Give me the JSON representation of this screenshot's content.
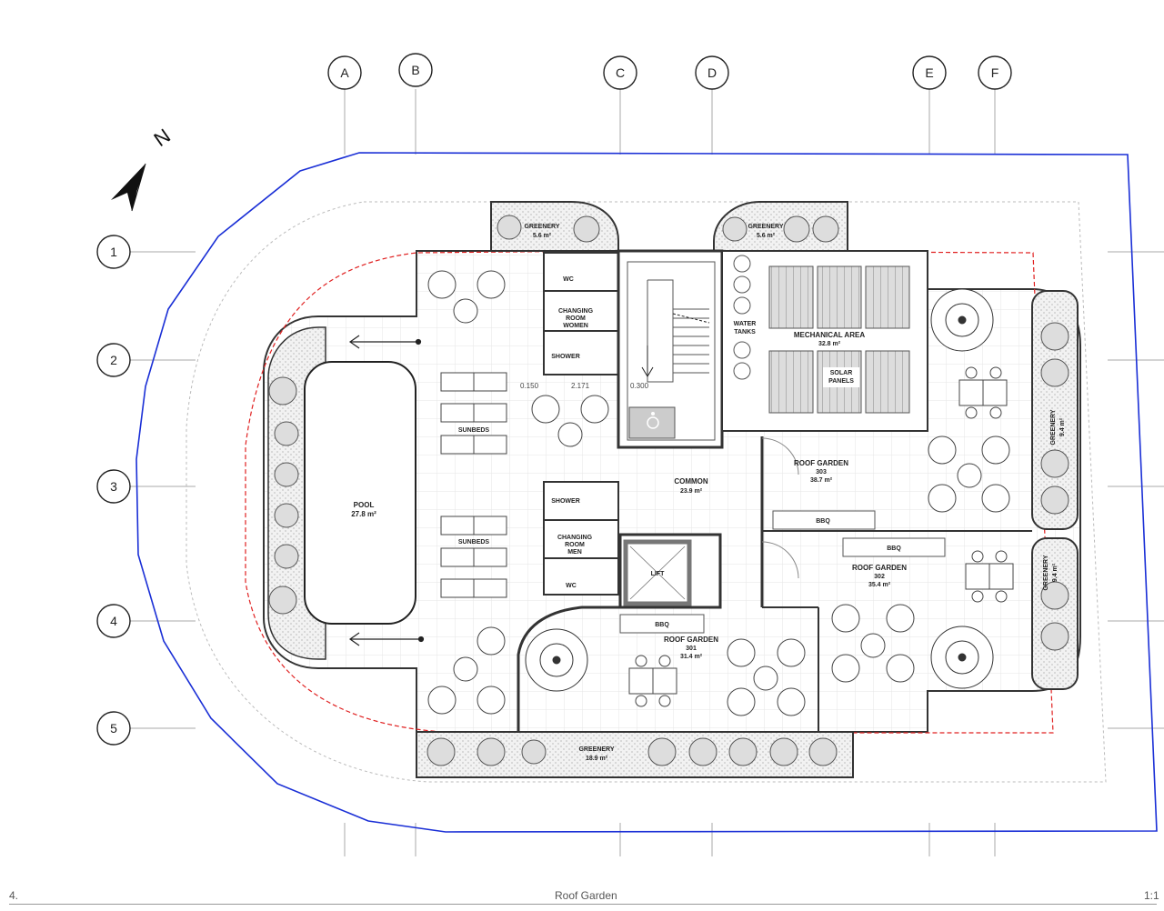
{
  "grid": {
    "columns": [
      "A",
      "B",
      "C",
      "D",
      "E",
      "F"
    ],
    "rows": [
      "1",
      "2",
      "3",
      "4",
      "5"
    ]
  },
  "north_label": "N",
  "rooms": {
    "greenery_top_left": {
      "name": "GREENERY",
      "area": "5.6 m²"
    },
    "greenery_top_right": {
      "name": "GREENERY",
      "area": "5.6 m²"
    },
    "greenery_right_upper": {
      "name": "GREENERY",
      "area": "9.4 m²"
    },
    "greenery_right_lower": {
      "name": "GREENERY",
      "area": "9.4 m²"
    },
    "greenery_bottom": {
      "name": "GREENERY",
      "area": "18.9 m²"
    },
    "wc_top": "WC",
    "wc_bottom": "WC",
    "changing_women": [
      "CHANGING",
      "ROOM",
      "WOMEN"
    ],
    "changing_men": [
      "CHANGING",
      "ROOM",
      "MEN"
    ],
    "shower_top": "SHOWER",
    "shower_bottom": "SHOWER",
    "water_tanks": [
      "WATER",
      "TANKS"
    ],
    "mechanical": {
      "name": "MECHANICAL AREA",
      "area": "32.8 m²"
    },
    "solar": [
      "SOLAR",
      "PANELS"
    ],
    "pool": {
      "name": "POOL",
      "area": "27.8 m²"
    },
    "sunbeds_top": "SUNBEDS",
    "sunbeds_bottom": "SUNBEDS",
    "common": {
      "name": "COMMON",
      "area": "23.9 m²"
    },
    "lift": "LIFT",
    "garden_303": {
      "name": "ROOF GARDEN",
      "number": "303",
      "area": "38.7 m²"
    },
    "garden_302": {
      "name": "ROOF GARDEN",
      "number": "302",
      "area": "35.4 m²"
    },
    "garden_301": {
      "name": "ROOF GARDEN",
      "number": "301",
      "area": "31.4 m²"
    },
    "bbq_1": "BBQ",
    "bbq_2": "BBQ",
    "bbq_3": "BBQ"
  },
  "dimensions": {
    "d1": "0.150",
    "d2": "2.171",
    "d3": "0.300"
  },
  "footer": {
    "number": "4.",
    "title": "Roof Garden",
    "scale": "1:1"
  },
  "colors": {
    "boundary": "#1a2fd6",
    "setback": "#e02020",
    "wall": "#333333",
    "grid": "#999999"
  }
}
